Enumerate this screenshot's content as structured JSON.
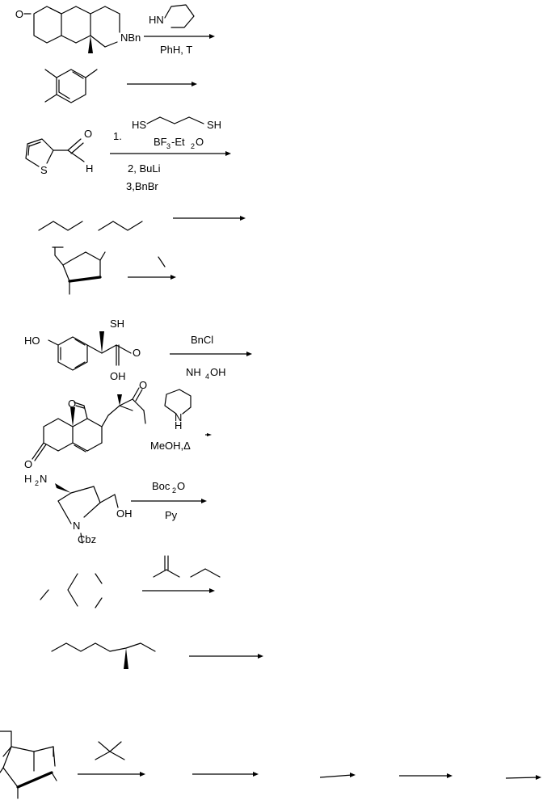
{
  "reactions": [
    {
      "reagents_above": [
        "HN"
      ],
      "reagents_below": [
        "PhH, T"
      ],
      "substrate_labels": [
        "O",
        "NBn"
      ]
    },
    {
      "reagents_above": [],
      "reagents_below": []
    },
    {
      "reagents_above": [
        "HS",
        "SH",
        "1.",
        "BF",
        "3",
        "-Et",
        "2",
        "O"
      ],
      "reagents_below": [
        "2, BuLi",
        "3,BnBr"
      ],
      "substrate_labels": [
        "O",
        "S",
        "H"
      ]
    },
    {
      "reagents_above": [],
      "reagents_below": []
    },
    {
      "reagents_above": [],
      "reagents_below": []
    },
    {
      "reagents_above": [
        "BnCl"
      ],
      "reagents_below": [
        "NH",
        "4",
        "OH"
      ],
      "substrate_labels": [
        "HO",
        "SH",
        "O",
        "OH"
      ]
    },
    {
      "reagents_above": [
        "N",
        "H"
      ],
      "reagents_below": [
        "MeOH,Δ"
      ],
      "substrate_labels": [
        "O",
        "O",
        "O"
      ]
    },
    {
      "reagents_above": [
        "Boc",
        "2",
        "O"
      ],
      "reagents_below": [
        "Py"
      ],
      "substrate_labels": [
        "H",
        "2",
        "N",
        "N",
        "OH",
        "Cbz"
      ]
    },
    {
      "reagents_above": [],
      "reagents_below": []
    },
    {
      "reagents_above": [],
      "reagents_below": []
    },
    {
      "reagents_above": [],
      "reagents_below": []
    }
  ]
}
